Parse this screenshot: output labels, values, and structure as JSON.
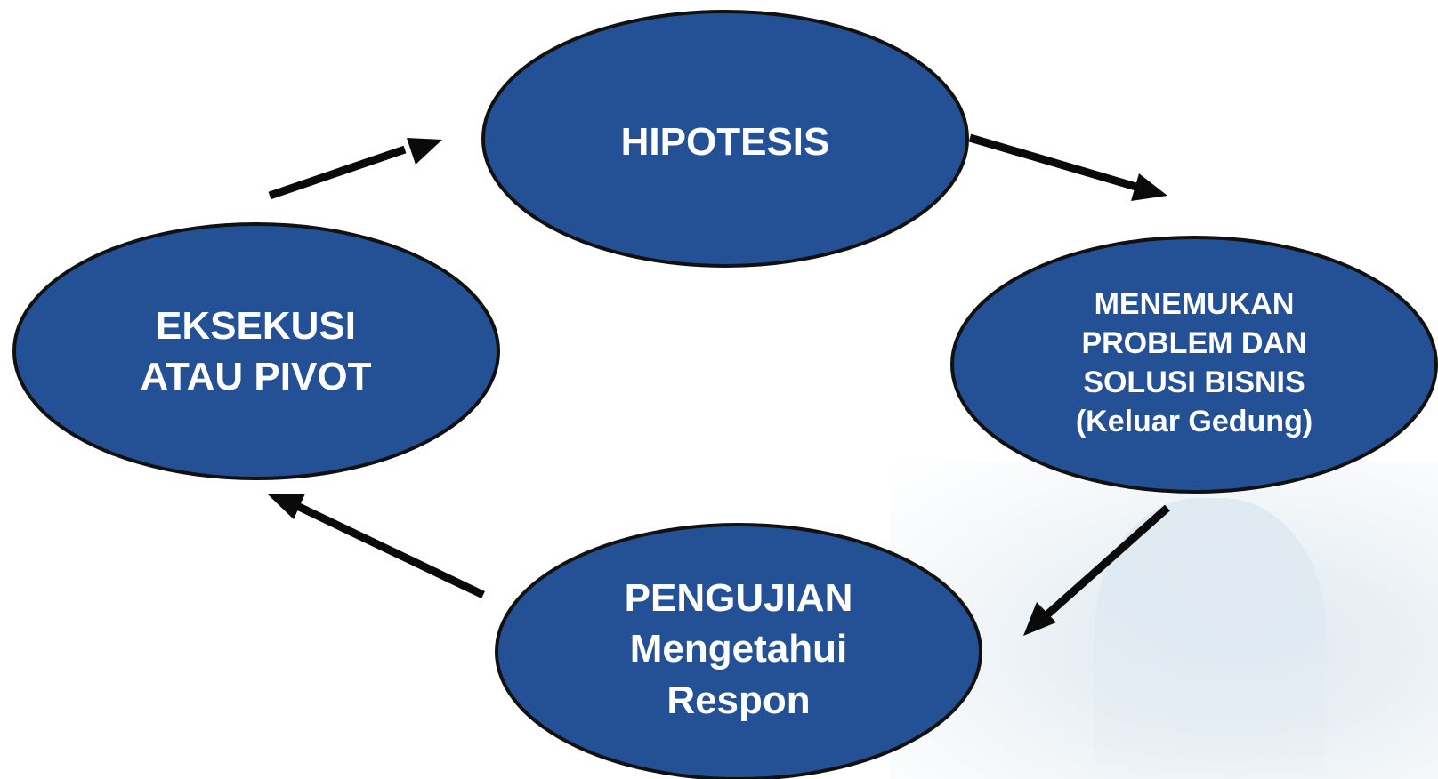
{
  "diagram": {
    "type": "cycle",
    "colors": {
      "node_fill": "#245196",
      "node_stroke": "#111111",
      "arrow": "#0a0a0a",
      "text": "#ffffff"
    },
    "nodes": {
      "hipotesis": {
        "lines": [
          "HIPOTESIS"
        ]
      },
      "menemukan": {
        "lines": [
          "MENEMUKAN",
          "PROBLEM DAN",
          "SOLUSI BISNIS",
          "(Keluar Gedung)"
        ]
      },
      "pengujian": {
        "lines": [
          "PENGUJIAN",
          "Mengetahui",
          "Respon"
        ]
      },
      "eksekusi": {
        "lines": [
          "EKSEKUSI",
          "ATAU PIVOT"
        ]
      }
    },
    "edges": [
      {
        "from": "eksekusi",
        "to": "hipotesis"
      },
      {
        "from": "hipotesis",
        "to": "menemukan"
      },
      {
        "from": "menemukan",
        "to": "pengujian"
      },
      {
        "from": "pengujian",
        "to": "eksekusi"
      }
    ]
  }
}
